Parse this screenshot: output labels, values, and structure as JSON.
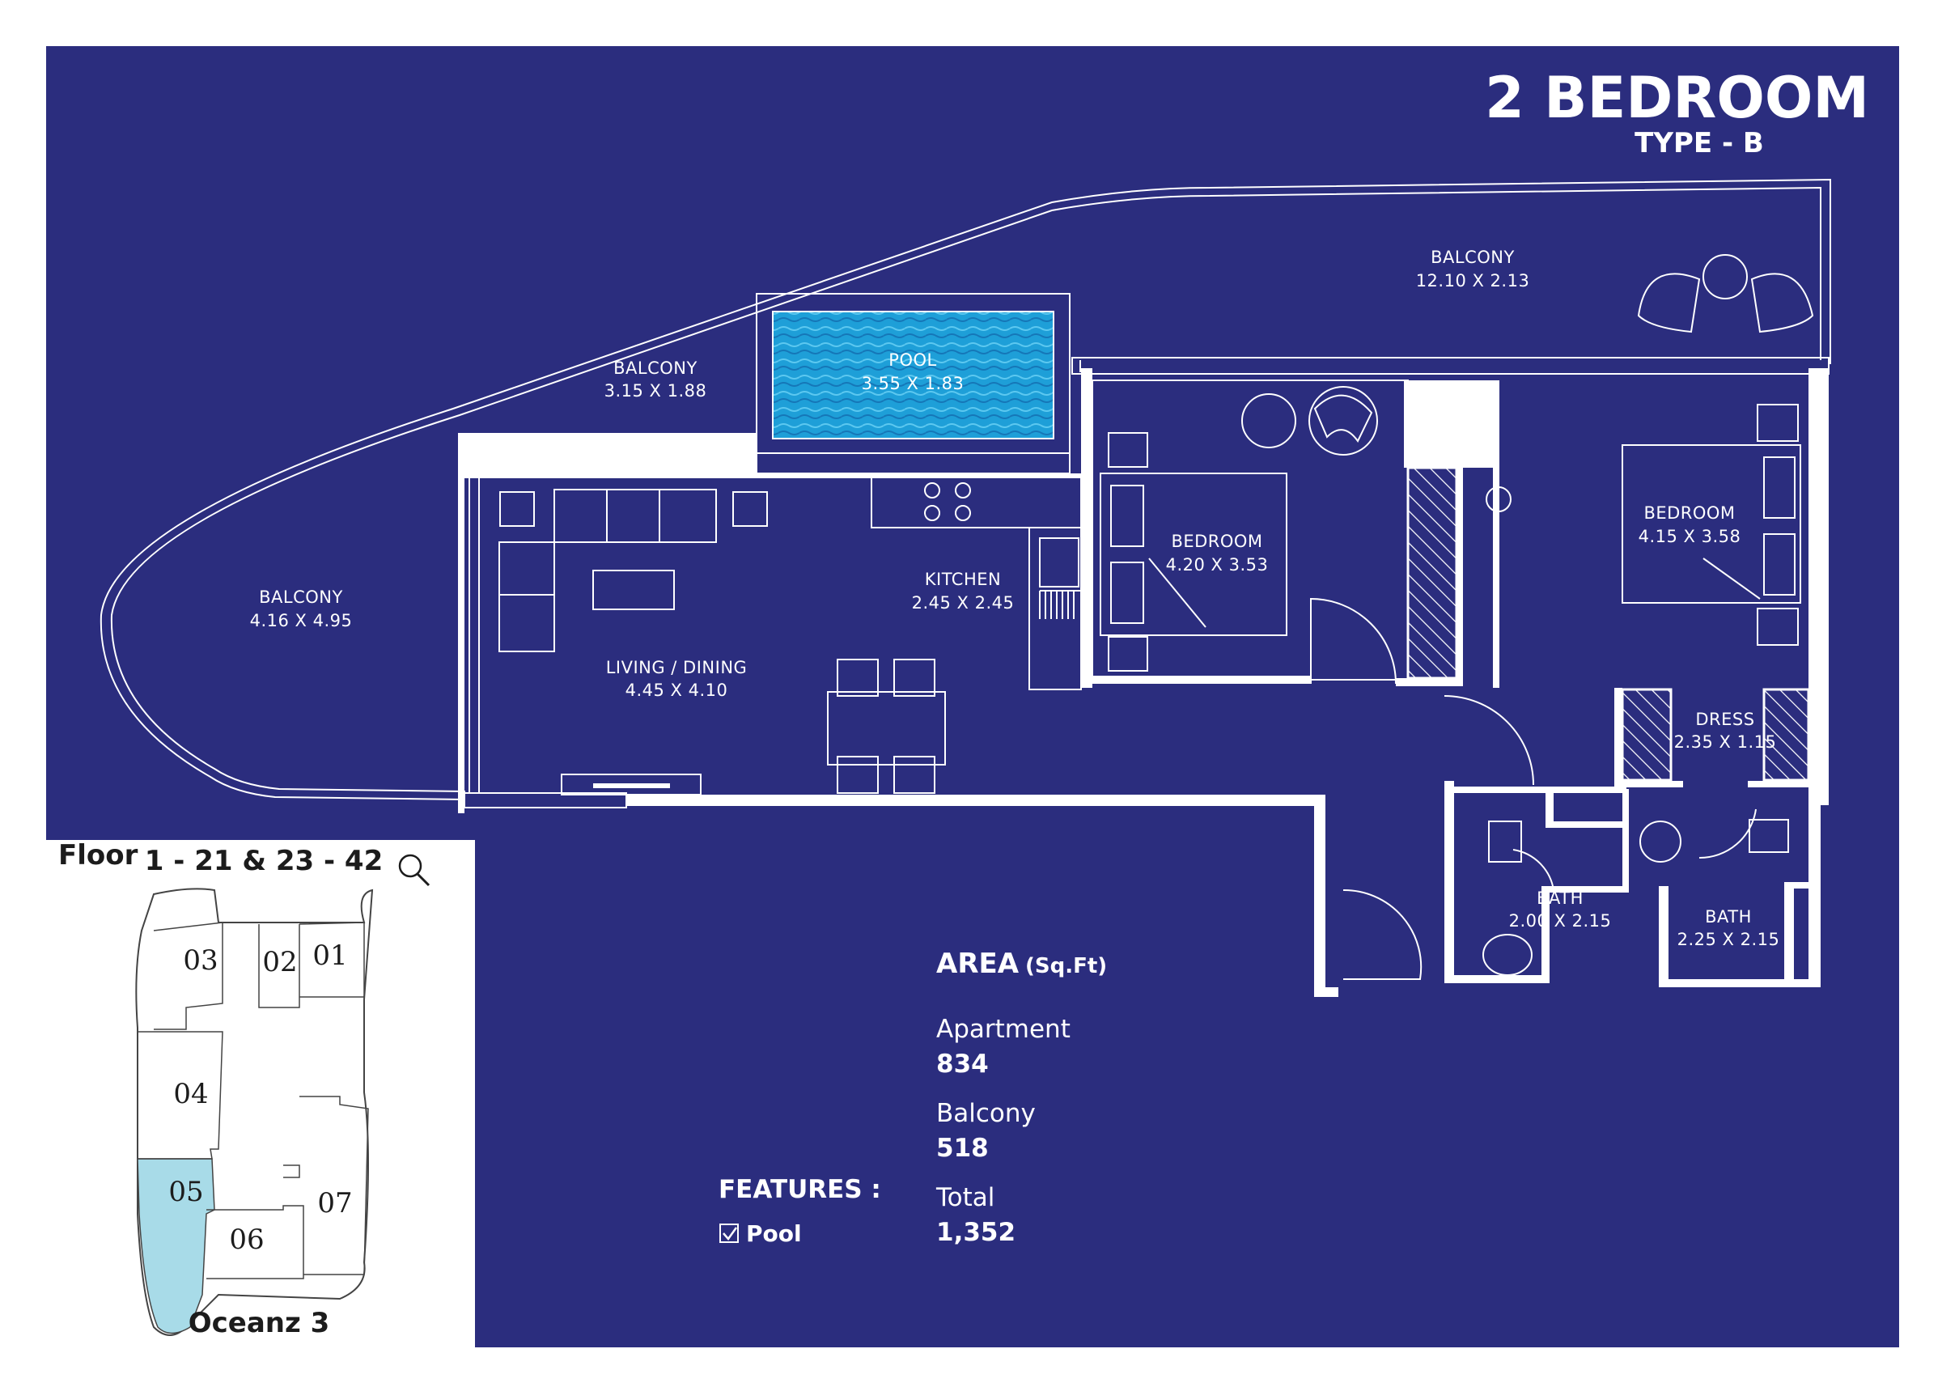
{
  "header": {
    "title": "2 BEDROOM",
    "subtitle": "TYPE - B"
  },
  "colors": {
    "background": "#2b2d7e",
    "line": "#ffffff",
    "pool": "#1e9fd8",
    "highlight": "#a8dbe8"
  },
  "rooms": {
    "balcony_left": {
      "name": "BALCONY",
      "size": "4.16 X 4.95"
    },
    "balcony_mid": {
      "name": "BALCONY",
      "size": "3.15 X 1.88"
    },
    "pool": {
      "name": "POOL",
      "size": "3.55 X 1.83"
    },
    "balcony_top": {
      "name": "BALCONY",
      "size": "12.10 X 2.13"
    },
    "living": {
      "name": "LIVING / DINING",
      "size": "4.45 X 4.10"
    },
    "kitchen": {
      "name": "KITCHEN",
      "size": "2.45 X 2.45"
    },
    "bedroom1": {
      "name": "BEDROOM",
      "size": "4.20 X 3.53"
    },
    "bedroom2": {
      "name": "BEDROOM",
      "size": "4.15 X 3.58"
    },
    "dress": {
      "name": "DRESS",
      "size": "2.35 X 1.15"
    },
    "bath1": {
      "name": "BATH",
      "size": "2.00 X 2.15"
    },
    "bath2": {
      "name": "BATH",
      "size": "2.25 X 2.15"
    }
  },
  "area": {
    "heading": "AREA",
    "unit": "(Sq.Ft)",
    "apartment_label": "Apartment",
    "apartment_value": "834",
    "balcony_label": "Balcony",
    "balcony_value": "518",
    "total_label": "Total",
    "total_value": "1,352"
  },
  "features": {
    "heading": "FEATURES :",
    "items": [
      "Pool"
    ]
  },
  "key_plan": {
    "floor_label": "Floor",
    "floor_range": "1 - 21 & 23 - 42",
    "building": "Oceanz 3",
    "units": [
      "01",
      "02",
      "03",
      "04",
      "05",
      "06",
      "07"
    ],
    "highlighted_unit": "05",
    "compass_icon": "compass-icon"
  }
}
